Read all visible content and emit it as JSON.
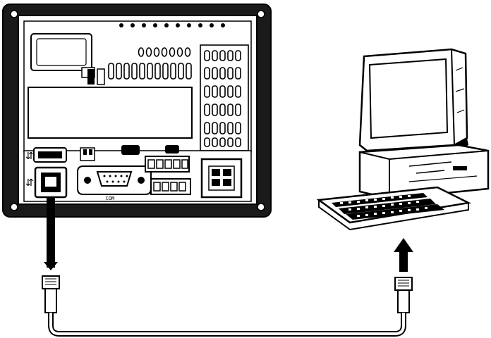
{
  "figure": {
    "colors": {
      "stroke": "#000000",
      "background": "#ffffff",
      "bezel": "#1a1a1a"
    },
    "hmi_unit": {
      "rear_port_label": "COM",
      "usb_host_icon": "usb-symbol-icon",
      "usb_device_icon": "usb-symbol-icon"
    },
    "computer": {
      "arrow_direction": "up"
    },
    "cable": {
      "type": "USB",
      "arrow_direction": "down"
    }
  }
}
